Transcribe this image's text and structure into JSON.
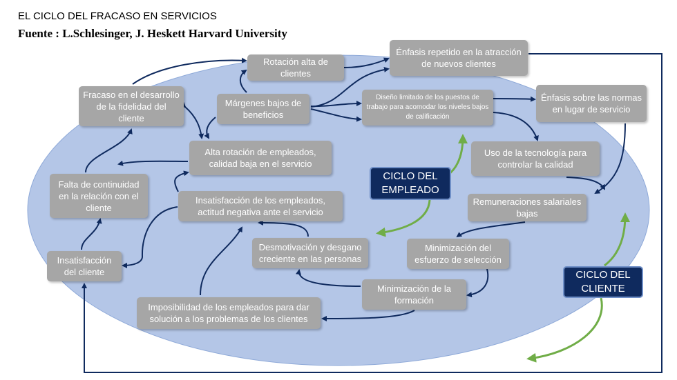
{
  "header": {
    "title": "EL CICLO DEL FRACASO EN SERVICIOS",
    "source": "Fuente : L.Schlesinger, J. Heskett  Harvard University"
  },
  "colors": {
    "ellipse": "#b4c6e7",
    "box": "#a6a6a6",
    "label": "#0f2a5e",
    "arrow_dark": "#0f2a5e",
    "arrow_green": "#70ad47"
  },
  "boxes": {
    "fracaso": "Fracaso en el desarrollo de la fidelidad del cliente",
    "rotacion_clientes": "Rotación alta de clientes",
    "enfasis_nuevos": "Énfasis repetido en la atracción de nuevos clientes",
    "margenes": "Márgenes bajos de beneficios",
    "diseno": "Diseño limitado de los puestos de trabajo para acomodar los niveles bajos de calificación",
    "enfasis_normas": "Énfasis sobre las normas en lugar de servicio",
    "alta_rotacion": "Alta rotación de empleados, calidad baja en el servicio",
    "tecnologia": "Uso de la tecnología para controlar la calidad",
    "falta": "Falta de continuidad en la relación con el cliente",
    "insatisfaccion_empleados": "Insatisfacción de los empleados, actitud negativa ante el servicio",
    "remuneraciones": "Remuneraciones salariales bajas",
    "desmotivacion": "Desmotivación y desgano creciente en las personas",
    "minimizacion_seleccion": "Minimización del esfuerzo de selección",
    "insatisfaccion_cliente": "Insatisfacción del cliente",
    "minimizacion_formacion": "Minimización de la formación",
    "imposibilidad": "Imposibilidad de los empleados para dar solución a los problemas de los clientes"
  },
  "labels": {
    "empleado": "CICLO DEL EMPLEADO",
    "cliente": "CICLO DEL CLIENTE"
  }
}
